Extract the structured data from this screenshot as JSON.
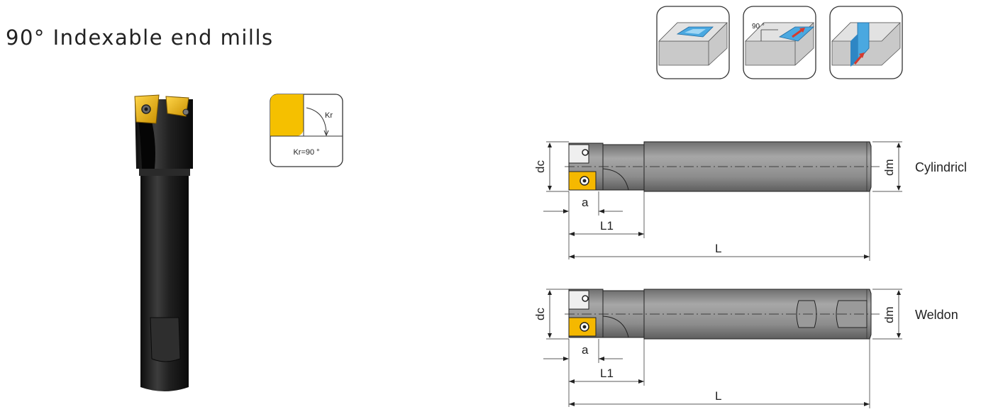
{
  "title": "90° Indexable end mills",
  "kr_diagram": {
    "angle_label": "Kr",
    "caption": "Kr=90 °"
  },
  "application_icons": [
    {
      "name": "pocket-milling-icon"
    },
    {
      "name": "shoulder-milling-icon",
      "label": "90 °"
    },
    {
      "name": "slot-milling-icon"
    }
  ],
  "drawings": [
    {
      "shank_type": "Cylindricl",
      "dims": {
        "dc": "dc",
        "dm": "dm",
        "a": "a",
        "L1": "L1",
        "L": "L"
      }
    },
    {
      "shank_type": "Weldon",
      "dims": {
        "dc": "dc",
        "dm": "dm",
        "a": "a",
        "L1": "L1",
        "L": "L"
      }
    }
  ],
  "colors": {
    "insert": "#f5b800",
    "body": "#1e1e1e",
    "shank_gray": "#8e8e8e",
    "accent_blue": "#4aa8e0",
    "accent_red": "#d63a2e"
  }
}
